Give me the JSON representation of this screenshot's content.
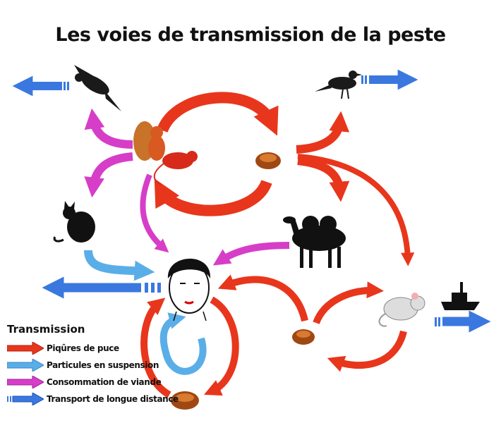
{
  "title": "Les voies de transmission de la peste",
  "legend": {
    "heading": "Transmission",
    "items": [
      {
        "label": "Piqûres de puce",
        "color": "#e8361c",
        "icon": "red-arrow-icon"
      },
      {
        "label": "Particules en suspension",
        "color": "#5aaee8",
        "icon": "light-blue-arrow-icon"
      },
      {
        "label": "Consommation de viande",
        "color": "#d63ec8",
        "icon": "magenta-arrow-icon"
      },
      {
        "label": "Transport de longue distance",
        "color": "#3a78e0",
        "icon": "blue-arrow-icon"
      }
    ]
  },
  "colors": {
    "flea_bite": "#e8361c",
    "airborne": "#5aaee8",
    "meat": "#d63ec8",
    "transport": "#3a78e0"
  }
}
